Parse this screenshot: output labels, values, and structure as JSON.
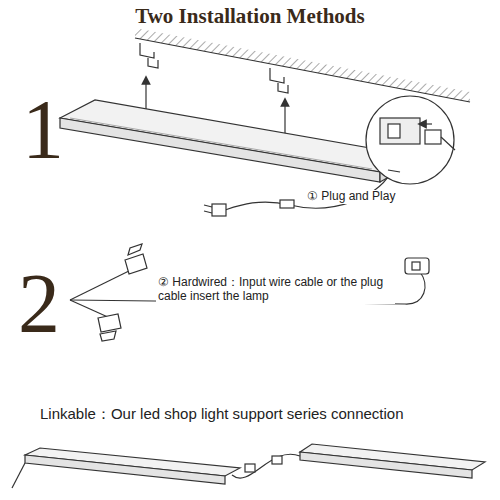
{
  "diagram": {
    "title": "Two Installation Methods",
    "labels": [
      "1",
      "① Plug and Play",
      "2",
      "② Hardwired：Input wire cable or the plug cable insert the lamp",
      "Linkable：Our led shop light support series connection"
    ]
  }
}
